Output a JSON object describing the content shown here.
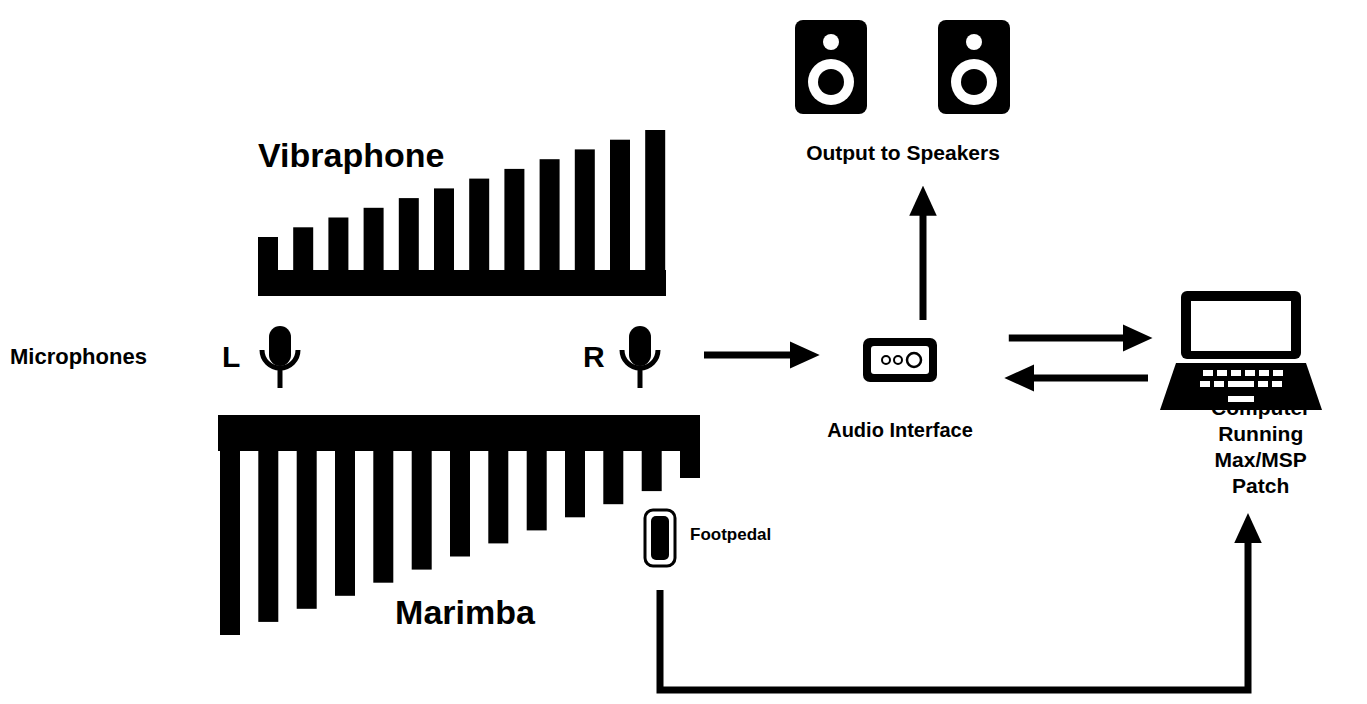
{
  "diagram": {
    "nodes": [
      {
        "text": [
          "Vibraphone"
        ]
      },
      {
        "text": [
          "L"
        ]
      },
      {
        "text": [
          "R"
        ]
      },
      {
        "text": [
          "Output to Speakers"
        ]
      },
      {
        "text": [
          "Audio Interface"
        ]
      },
      {
        "text": [
          "Computer Running Max/MSP Patch"
        ]
      },
      {
        "text": [
          "Marimba"
        ]
      },
      {
        "text": [
          "Footpedal"
        ]
      }
    ],
    "edges": [
      {
        "from": 2,
        "to": 4,
        "arrow": "to"
      },
      {
        "from": 4,
        "to": 5,
        "arrow": "to"
      },
      {
        "from": 5,
        "to": 4,
        "arrow": "to"
      },
      {
        "from": 4,
        "to": 3,
        "arrow": "to"
      },
      {
        "from": 7,
        "to": 5,
        "arrow": "to"
      }
    ],
    "labels": [
      "Microphones"
    ]
  }
}
